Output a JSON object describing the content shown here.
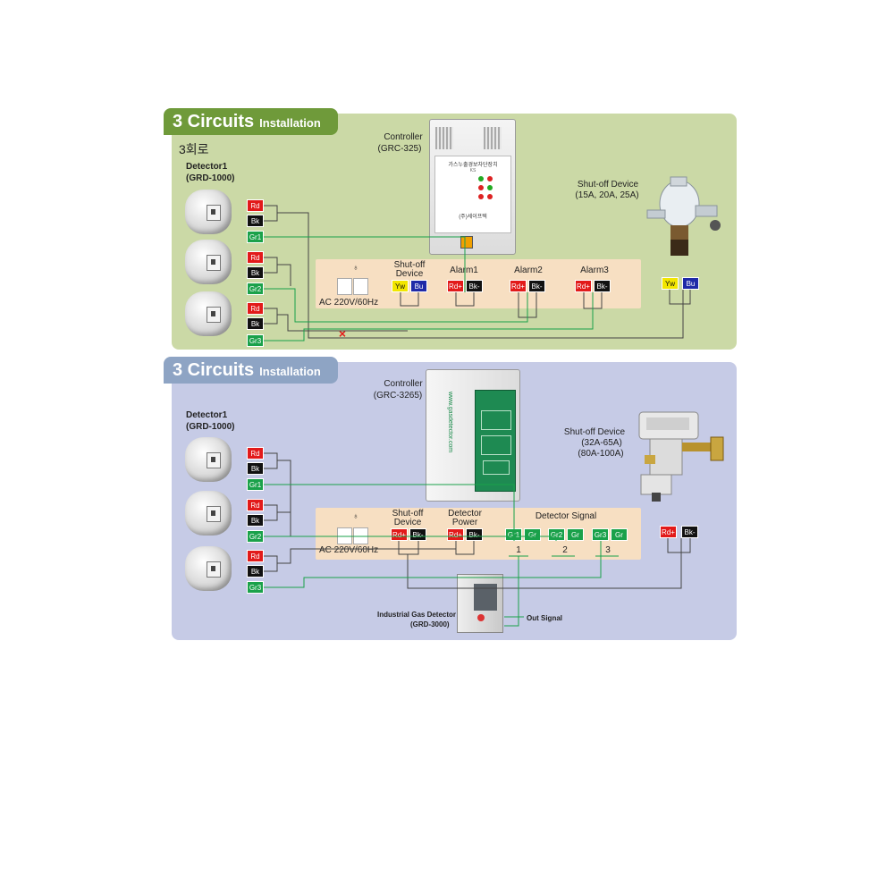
{
  "panel1": {
    "title_big": "3 Circuits",
    "title_small": "Installation",
    "subtitle_kr": "3회로",
    "detector_label": "Detector1",
    "detector_model": "(GRD-1000)",
    "controller_label": "Controller",
    "controller_model": "(GRC-325)",
    "controller_face_title": "가스누출경보차단장치",
    "controller_face_sub": "KS",
    "controller_brand": "(주)세이프텍",
    "shutoff_label": "Shut-off Device",
    "shutoff_model": "(15A, 20A, 25A)",
    "ac_label": "AC 220V/60Hz",
    "shutoff_dev_label_1": "Shut-off",
    "shutoff_dev_label_2": "Device",
    "alarm1": "Alarm1",
    "alarm2": "Alarm2",
    "alarm3": "Alarm3",
    "detector_terminals": [
      [
        "Rd",
        "Bk",
        "Gr1"
      ],
      [
        "Rd",
        "Bk",
        "Gr2"
      ],
      [
        "Rd",
        "Bk",
        "Gr3"
      ]
    ],
    "strip_terminals": {
      "shutoff": [
        "Yw",
        "Bu"
      ],
      "alarm1": [
        "Rd+",
        "Bk-"
      ],
      "alarm2": [
        "Rd+",
        "Bk-"
      ],
      "alarm3": [
        "Rd+",
        "Bk-"
      ],
      "valve": [
        "Yw",
        "Bu"
      ]
    },
    "x_mark": "×"
  },
  "panel2": {
    "title_big": "3 Circuits",
    "title_small": "Installation",
    "detector_label": "Detector1",
    "detector_model": "(GRD-1000)",
    "controller_label": "Controller",
    "controller_model": "(GRC-3265)",
    "controller_side_text": "www.gasdetector.com",
    "shutoff_label": "Shut-off Device",
    "shutoff_model_1": "(32A-65A)",
    "shutoff_model_2": "(80A-100A)",
    "ac_label": "AC 220V/60Hz",
    "shutoff_dev_label_1": "Shut-off",
    "shutoff_dev_label_2": "Device",
    "det_power_label_1": "Detector",
    "det_power_label_2": "Power",
    "det_signal_label": "Detector Signal",
    "detector_terminals": [
      [
        "Rd",
        "Bk",
        "Gr1"
      ],
      [
        "Rd",
        "Bk",
        "Gr2"
      ],
      [
        "Rd",
        "Bk",
        "Gr3"
      ]
    ],
    "strip_terminals": {
      "shutoff": [
        "Rd+",
        "Bk-"
      ],
      "power": [
        "Rd+",
        "Bk-"
      ],
      "signal": [
        "Gr1",
        "Gr",
        "Gr2",
        "Gr",
        "Gr3",
        "Gr"
      ],
      "valve": [
        "Rd+",
        "Bk-"
      ]
    },
    "signal_numbers": [
      "1",
      "2",
      "3"
    ],
    "industrial_label": "Industrial Gas Detector",
    "industrial_model": "(GRD-3000)",
    "out_signal": "Out Signal"
  },
  "colors": {
    "panel1_bg": "#cbd9a6",
    "panel1_tab": "#6f9a3a",
    "panel2_bg": "#c6cbe6",
    "panel2_tab": "#8ea4c4",
    "red_terminal": "#e21a1a",
    "black_terminal": "#111111",
    "green_terminal": "#1aa14a",
    "yellow_terminal": "#f2e600",
    "blue_terminal": "#1f2aa8"
  }
}
